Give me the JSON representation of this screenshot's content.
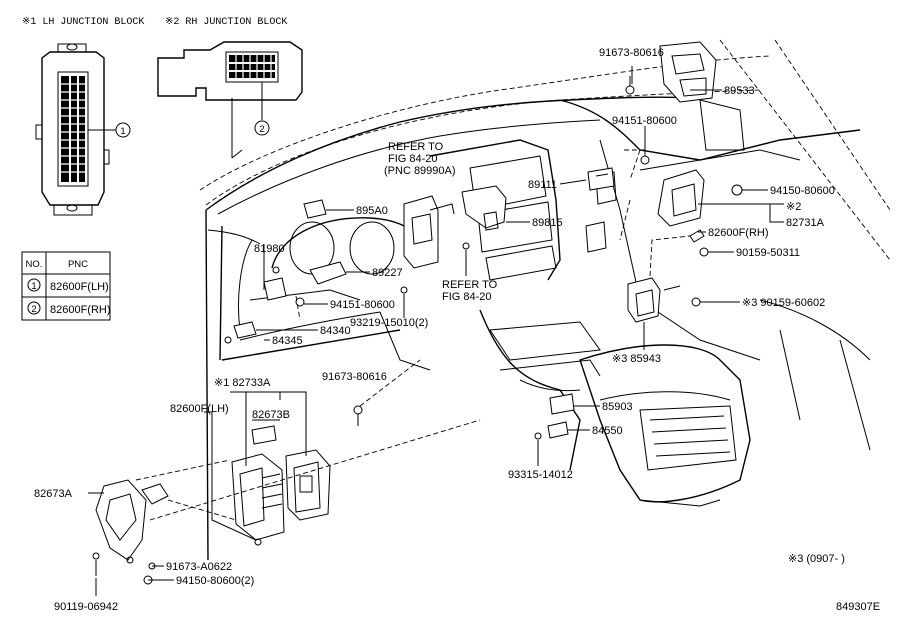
{
  "headers": {
    "lh_block": "※1 LH JUNCTION BLOCK",
    "rh_block": "※2 RH JUNCTION BLOCK"
  },
  "table": {
    "col_no": "NO.",
    "col_pnc": "PNC",
    "rows": [
      {
        "no": "1",
        "pnc": "82600F(LH)"
      },
      {
        "no": "2",
        "pnc": "82600F(RH)"
      }
    ]
  },
  "callouts": {
    "c1": "1",
    "c2": "2"
  },
  "labels": {
    "p91673_80616_top": "91673-80616",
    "p89533": "89533",
    "p94151_80600_top": "94151-80600",
    "refer_fig_1": "REFER TO",
    "refer_fig_2": "FIG 84-20",
    "refer_fig_3": "(PNC 89990A)",
    "p89111": "89111",
    "p94150_80600": "94150-80600",
    "x2_mark": "※2",
    "p82731A": "82731A",
    "p895A0": "895A0",
    "p89815": "89815",
    "p82600F_RH": "82600F(RH)",
    "p81980": "81980",
    "p90159_50311": "90159-50311",
    "p89227": "89227",
    "refer2_1": "REFER TO",
    "refer2_2": "FIG 84-20",
    "p94151_80600_mid": "94151-80600",
    "p90159_60602": "※3  90159-60602",
    "p84340": "84340",
    "p93219": "93219-15010(2)",
    "p84345": "84345",
    "p85943": "※3  85943",
    "p82733A": "※1  82733A",
    "p91673_80616_mid": "91673-80616",
    "p82600F_LH": "82600F(LH)",
    "p82673B": "82673B",
    "p85903": "85903",
    "p84550": "84550",
    "p93315": "93315-14012",
    "p82673A": "82673A",
    "p91673_A0622": "91673-A0622",
    "p94150_80600_2": "94150-80600(2)",
    "p90119": "90119-06942",
    "footnote": "※3  (0907-      )",
    "diagram_id": "849307E"
  }
}
